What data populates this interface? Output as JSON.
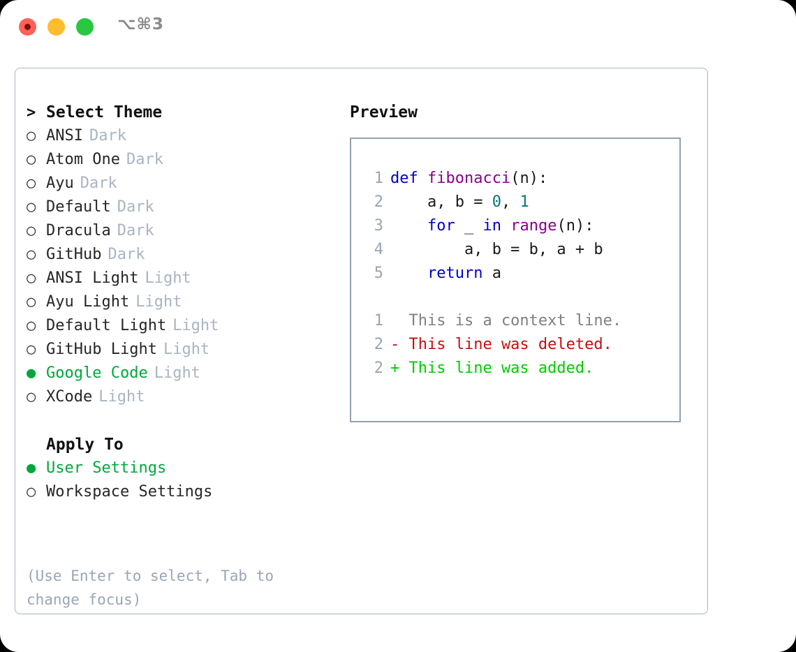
{
  "window": {
    "title_shortcut": "⌥⌘3",
    "traffic_lights": [
      {
        "name": "close",
        "color": "#ff6159"
      },
      {
        "name": "minimize",
        "color": "#ffbd2e"
      },
      {
        "name": "maximize",
        "color": "#28c840"
      }
    ]
  },
  "colors": {
    "selected_green": "#00a83c",
    "muted": "#aab4c2",
    "hint": "#9aa6b4",
    "panel_border": "#aab4c2",
    "code_border": "#93a1b0",
    "keyword": "#0000cc",
    "function": "#8b008b",
    "number": "#0a7575",
    "plain": "#1a1a1a",
    "diff_context": "#808080",
    "diff_deleted": "#c41010",
    "diff_added": "#00cc00",
    "lineno": "#98a5b3"
  },
  "theme_picker": {
    "heading": "Select Theme",
    "caret": ">",
    "marker_unselected": "○",
    "marker_selected": "●",
    "items": [
      {
        "name": "ANSI",
        "variant": "Dark",
        "selected": false
      },
      {
        "name": "Atom One",
        "variant": "Dark",
        "selected": false
      },
      {
        "name": "Ayu",
        "variant": "Dark",
        "selected": false
      },
      {
        "name": "Default",
        "variant": "Dark",
        "selected": false
      },
      {
        "name": "Dracula",
        "variant": "Dark",
        "selected": false
      },
      {
        "name": "GitHub",
        "variant": "Dark",
        "selected": false
      },
      {
        "name": "ANSI Light",
        "variant": "Light",
        "selected": false
      },
      {
        "name": "Ayu Light",
        "variant": "Light",
        "selected": false
      },
      {
        "name": "Default Light",
        "variant": "Light",
        "selected": false
      },
      {
        "name": "GitHub Light",
        "variant": "Light",
        "selected": false
      },
      {
        "name": "Google Code",
        "variant": "Light",
        "selected": true
      },
      {
        "name": "XCode",
        "variant": "Light",
        "selected": false
      }
    ]
  },
  "apply_to": {
    "heading": "Apply To",
    "items": [
      {
        "name": "User Settings",
        "selected": true
      },
      {
        "name": "Workspace Settings",
        "selected": false
      }
    ]
  },
  "hint_text": "(Use Enter to select, Tab to change focus)",
  "preview": {
    "title": "Preview",
    "code_lines": [
      {
        "lineno": "1",
        "tokens": [
          {
            "text": "def ",
            "type": "kw"
          },
          {
            "text": "fibonacci",
            "type": "fn"
          },
          {
            "text": "(n):",
            "type": "pl"
          }
        ]
      },
      {
        "lineno": "2",
        "tokens": [
          {
            "text": "    a, b = ",
            "type": "pl"
          },
          {
            "text": "0",
            "type": "num"
          },
          {
            "text": ", ",
            "type": "pl"
          },
          {
            "text": "1",
            "type": "num"
          }
        ]
      },
      {
        "lineno": "3",
        "tokens": [
          {
            "text": "    ",
            "type": "pl"
          },
          {
            "text": "for",
            "type": "kw"
          },
          {
            "text": " _ ",
            "type": "pl"
          },
          {
            "text": "in",
            "type": "kw"
          },
          {
            "text": " ",
            "type": "pl"
          },
          {
            "text": "range",
            "type": "fn"
          },
          {
            "text": "(n):",
            "type": "pl"
          }
        ]
      },
      {
        "lineno": "4",
        "tokens": [
          {
            "text": "        a, b = b, a + b",
            "type": "pl"
          }
        ]
      },
      {
        "lineno": "5",
        "tokens": [
          {
            "text": "    ",
            "type": "pl"
          },
          {
            "text": "return",
            "type": "kw"
          },
          {
            "text": " a",
            "type": "pl"
          }
        ]
      }
    ],
    "diff_lines": [
      {
        "lineno": "1",
        "sign": " ",
        "text": "  This is a context line.",
        "type": "ctx"
      },
      {
        "lineno": "2",
        "sign": "-",
        "text": "- This line was deleted.",
        "type": "del"
      },
      {
        "lineno": "2",
        "sign": "+",
        "text": "+ This line was added.",
        "type": "add"
      }
    ]
  }
}
